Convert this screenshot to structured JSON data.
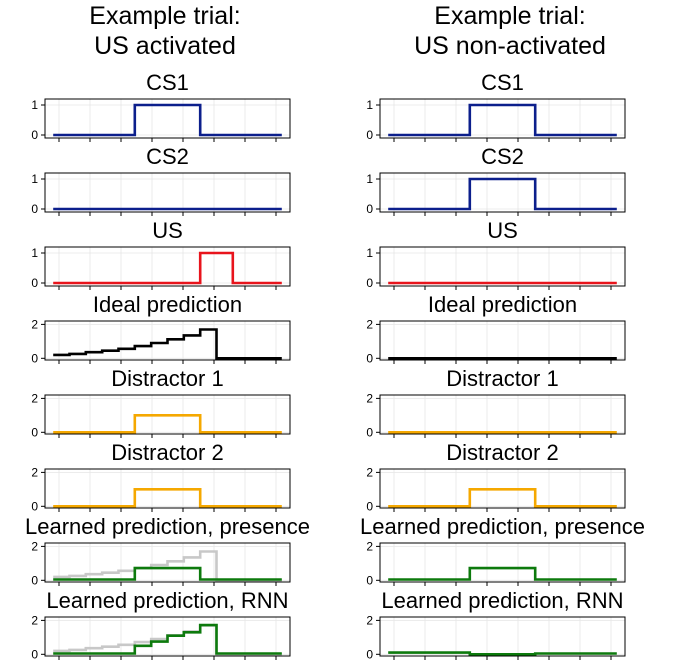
{
  "columns": [
    {
      "title_line1": "Example trial:",
      "title_line2": "US activated"
    },
    {
      "title_line1": "Example trial:",
      "title_line2": "US non-activated"
    }
  ],
  "colors": {
    "cs": "#0c1f8c",
    "us": "#e8141c",
    "ideal": "#000000",
    "distractor": "#f5a800",
    "learned": "#0d7a0d",
    "ideal_ghost": "#c8c8c8",
    "grid": "#e6e6e6",
    "axis": "#000000"
  },
  "chart_data": [
    {
      "type": "line",
      "title": "CS1",
      "panel": 0,
      "column": 0,
      "ylim": [
        -0.1,
        1.2
      ],
      "yticks": [
        0,
        1
      ],
      "xlim": [
        -0.5,
        14.5
      ],
      "series": [
        {
          "color_key": "cs",
          "x": [
            0,
            5,
            5,
            9,
            9,
            14
          ],
          "y": [
            0,
            0,
            1,
            1,
            0,
            0
          ]
        }
      ]
    },
    {
      "type": "line",
      "title": "CS1",
      "panel": 0,
      "column": 1,
      "ylim": [
        -0.1,
        1.2
      ],
      "yticks": [
        0,
        1
      ],
      "xlim": [
        -0.5,
        14.5
      ],
      "series": [
        {
          "color_key": "cs",
          "x": [
            0,
            5,
            5,
            9,
            9,
            14
          ],
          "y": [
            0,
            0,
            1,
            1,
            0,
            0
          ]
        }
      ]
    },
    {
      "type": "line",
      "title": "CS2",
      "panel": 1,
      "column": 0,
      "ylim": [
        -0.1,
        1.2
      ],
      "yticks": [
        0,
        1
      ],
      "xlim": [
        -0.5,
        14.5
      ],
      "series": [
        {
          "color_key": "cs",
          "x": [
            0,
            14
          ],
          "y": [
            0,
            0
          ]
        }
      ]
    },
    {
      "type": "line",
      "title": "CS2",
      "panel": 1,
      "column": 1,
      "ylim": [
        -0.1,
        1.2
      ],
      "yticks": [
        0,
        1
      ],
      "xlim": [
        -0.5,
        14.5
      ],
      "series": [
        {
          "color_key": "cs",
          "x": [
            0,
            5,
            5,
            9,
            9,
            14
          ],
          "y": [
            0,
            0,
            1,
            1,
            0,
            0
          ]
        }
      ]
    },
    {
      "type": "line",
      "title": "US",
      "panel": 2,
      "column": 0,
      "ylim": [
        -0.1,
        1.2
      ],
      "yticks": [
        0,
        1
      ],
      "xlim": [
        -0.5,
        14.5
      ],
      "series": [
        {
          "color_key": "us",
          "x": [
            0,
            9,
            9,
            11,
            11,
            14
          ],
          "y": [
            0,
            0,
            1,
            1,
            0,
            0
          ]
        }
      ]
    },
    {
      "type": "line",
      "title": "US",
      "panel": 2,
      "column": 1,
      "ylim": [
        -0.1,
        1.2
      ],
      "yticks": [
        0,
        1
      ],
      "xlim": [
        -0.5,
        14.5
      ],
      "series": [
        {
          "color_key": "us",
          "x": [
            0,
            14
          ],
          "y": [
            0,
            0
          ]
        }
      ]
    },
    {
      "type": "line",
      "title": "Ideal prediction",
      "panel": 3,
      "column": 0,
      "ylim": [
        -0.1,
        2.2
      ],
      "yticks": [
        0,
        2
      ],
      "xlim": [
        -0.5,
        14.5
      ],
      "series": [
        {
          "color_key": "ideal",
          "x": [
            0,
            1,
            1,
            2,
            2,
            3,
            3,
            4,
            4,
            5,
            5,
            6,
            6,
            7,
            7,
            8,
            8,
            9,
            9,
            10,
            10,
            14
          ],
          "y": [
            0.2,
            0.2,
            0.26,
            0.26,
            0.36,
            0.36,
            0.45,
            0.45,
            0.56,
            0.56,
            0.72,
            0.72,
            0.9,
            0.9,
            1.12,
            1.12,
            1.35,
            1.35,
            1.7,
            1.7,
            0.0,
            0.0
          ]
        }
      ]
    },
    {
      "type": "line",
      "title": "Ideal prediction",
      "panel": 3,
      "column": 1,
      "ylim": [
        -0.1,
        2.2
      ],
      "yticks": [
        0,
        2
      ],
      "xlim": [
        -0.5,
        14.5
      ],
      "series": [
        {
          "color_key": "ideal",
          "x": [
            0,
            14
          ],
          "y": [
            0,
            0
          ]
        }
      ]
    },
    {
      "type": "line",
      "title": "Distractor 1",
      "panel": 4,
      "column": 0,
      "ylim": [
        -0.1,
        2.2
      ],
      "yticks": [
        0,
        2
      ],
      "xlim": [
        -0.5,
        14.5
      ],
      "series": [
        {
          "color_key": "distractor",
          "x": [
            0,
            5,
            5,
            9,
            9,
            14
          ],
          "y": [
            0,
            0,
            1,
            1,
            0,
            0
          ]
        }
      ]
    },
    {
      "type": "line",
      "title": "Distractor 1",
      "panel": 4,
      "column": 1,
      "ylim": [
        -0.1,
        2.2
      ],
      "yticks": [
        0,
        2
      ],
      "xlim": [
        -0.5,
        14.5
      ],
      "series": [
        {
          "color_key": "distractor",
          "x": [
            0,
            14
          ],
          "y": [
            0,
            0
          ]
        }
      ]
    },
    {
      "type": "line",
      "title": "Distractor 2",
      "panel": 5,
      "column": 0,
      "ylim": [
        -0.1,
        2.2
      ],
      "yticks": [
        0,
        2
      ],
      "xlim": [
        -0.5,
        14.5
      ],
      "series": [
        {
          "color_key": "distractor",
          "x": [
            0,
            5,
            5,
            9,
            9,
            14
          ],
          "y": [
            0,
            0,
            1,
            1,
            0,
            0
          ]
        }
      ]
    },
    {
      "type": "line",
      "title": "Distractor 2",
      "panel": 5,
      "column": 1,
      "ylim": [
        -0.1,
        2.2
      ],
      "yticks": [
        0,
        2
      ],
      "xlim": [
        -0.5,
        14.5
      ],
      "series": [
        {
          "color_key": "distractor",
          "x": [
            0,
            5,
            5,
            9,
            9,
            14
          ],
          "y": [
            0,
            0,
            1,
            1,
            0,
            0
          ]
        }
      ]
    },
    {
      "type": "line",
      "title": "Learned prediction, presence",
      "panel": 6,
      "column": 0,
      "ylim": [
        -0.1,
        2.2
      ],
      "yticks": [
        0,
        2
      ],
      "xlim": [
        -0.5,
        14.5
      ],
      "series": [
        {
          "color_key": "ideal_ghost",
          "x": [
            0,
            1,
            1,
            2,
            2,
            3,
            3,
            4,
            4,
            5,
            5,
            6,
            6,
            7,
            7,
            8,
            8,
            9,
            9,
            10,
            10,
            14
          ],
          "y": [
            0.2,
            0.2,
            0.26,
            0.26,
            0.36,
            0.36,
            0.45,
            0.45,
            0.56,
            0.56,
            0.72,
            0.72,
            0.9,
            0.9,
            1.12,
            1.12,
            1.35,
            1.35,
            1.7,
            1.7,
            0.0,
            0.0
          ]
        },
        {
          "color_key": "learned",
          "x": [
            0,
            5,
            5,
            9,
            9,
            14
          ],
          "y": [
            0.05,
            0.05,
            0.72,
            0.72,
            0.05,
            0.05
          ]
        }
      ]
    },
    {
      "type": "line",
      "title": "Learned prediction, presence",
      "panel": 6,
      "column": 1,
      "ylim": [
        -0.1,
        2.2
      ],
      "yticks": [
        0,
        2
      ],
      "xlim": [
        -0.5,
        14.5
      ],
      "series": [
        {
          "color_key": "learned",
          "x": [
            0,
            5,
            5,
            9,
            9,
            14
          ],
          "y": [
            0.05,
            0.05,
            0.72,
            0.72,
            0.05,
            0.05
          ]
        }
      ]
    },
    {
      "type": "line",
      "title": "Learned prediction, RNN",
      "panel": 7,
      "column": 0,
      "ylim": [
        -0.1,
        2.2
      ],
      "yticks": [
        0,
        2
      ],
      "xlim": [
        -0.5,
        14.5
      ],
      "series": [
        {
          "color_key": "ideal_ghost",
          "x": [
            0,
            1,
            1,
            2,
            2,
            3,
            3,
            4,
            4,
            5,
            5,
            6,
            6,
            7,
            7,
            8,
            8,
            9,
            9,
            10,
            10,
            14
          ],
          "y": [
            0.2,
            0.2,
            0.26,
            0.26,
            0.36,
            0.36,
            0.45,
            0.45,
            0.56,
            0.56,
            0.72,
            0.72,
            0.9,
            0.9,
            1.12,
            1.12,
            1.35,
            1.35,
            1.7,
            1.7,
            0.0,
            0.0
          ]
        },
        {
          "color_key": "learned",
          "x": [
            0,
            5,
            5,
            6,
            6,
            7,
            7,
            8,
            8,
            9,
            9,
            10,
            10,
            14
          ],
          "y": [
            0.05,
            0.05,
            0.5,
            0.5,
            0.75,
            0.75,
            1.1,
            1.1,
            1.3,
            1.3,
            1.72,
            1.72,
            0.05,
            0.05
          ]
        }
      ]
    },
    {
      "type": "line",
      "title": "Learned prediction, RNN",
      "panel": 7,
      "column": 1,
      "ylim": [
        -0.1,
        2.2
      ],
      "yticks": [
        0,
        2
      ],
      "xlim": [
        -0.5,
        14.5
      ],
      "series": [
        {
          "color_key": "learned",
          "x": [
            0,
            5,
            5,
            9,
            9,
            14
          ],
          "y": [
            0.1,
            0.1,
            0.0,
            0.0,
            0.05,
            0.05
          ]
        }
      ]
    }
  ]
}
